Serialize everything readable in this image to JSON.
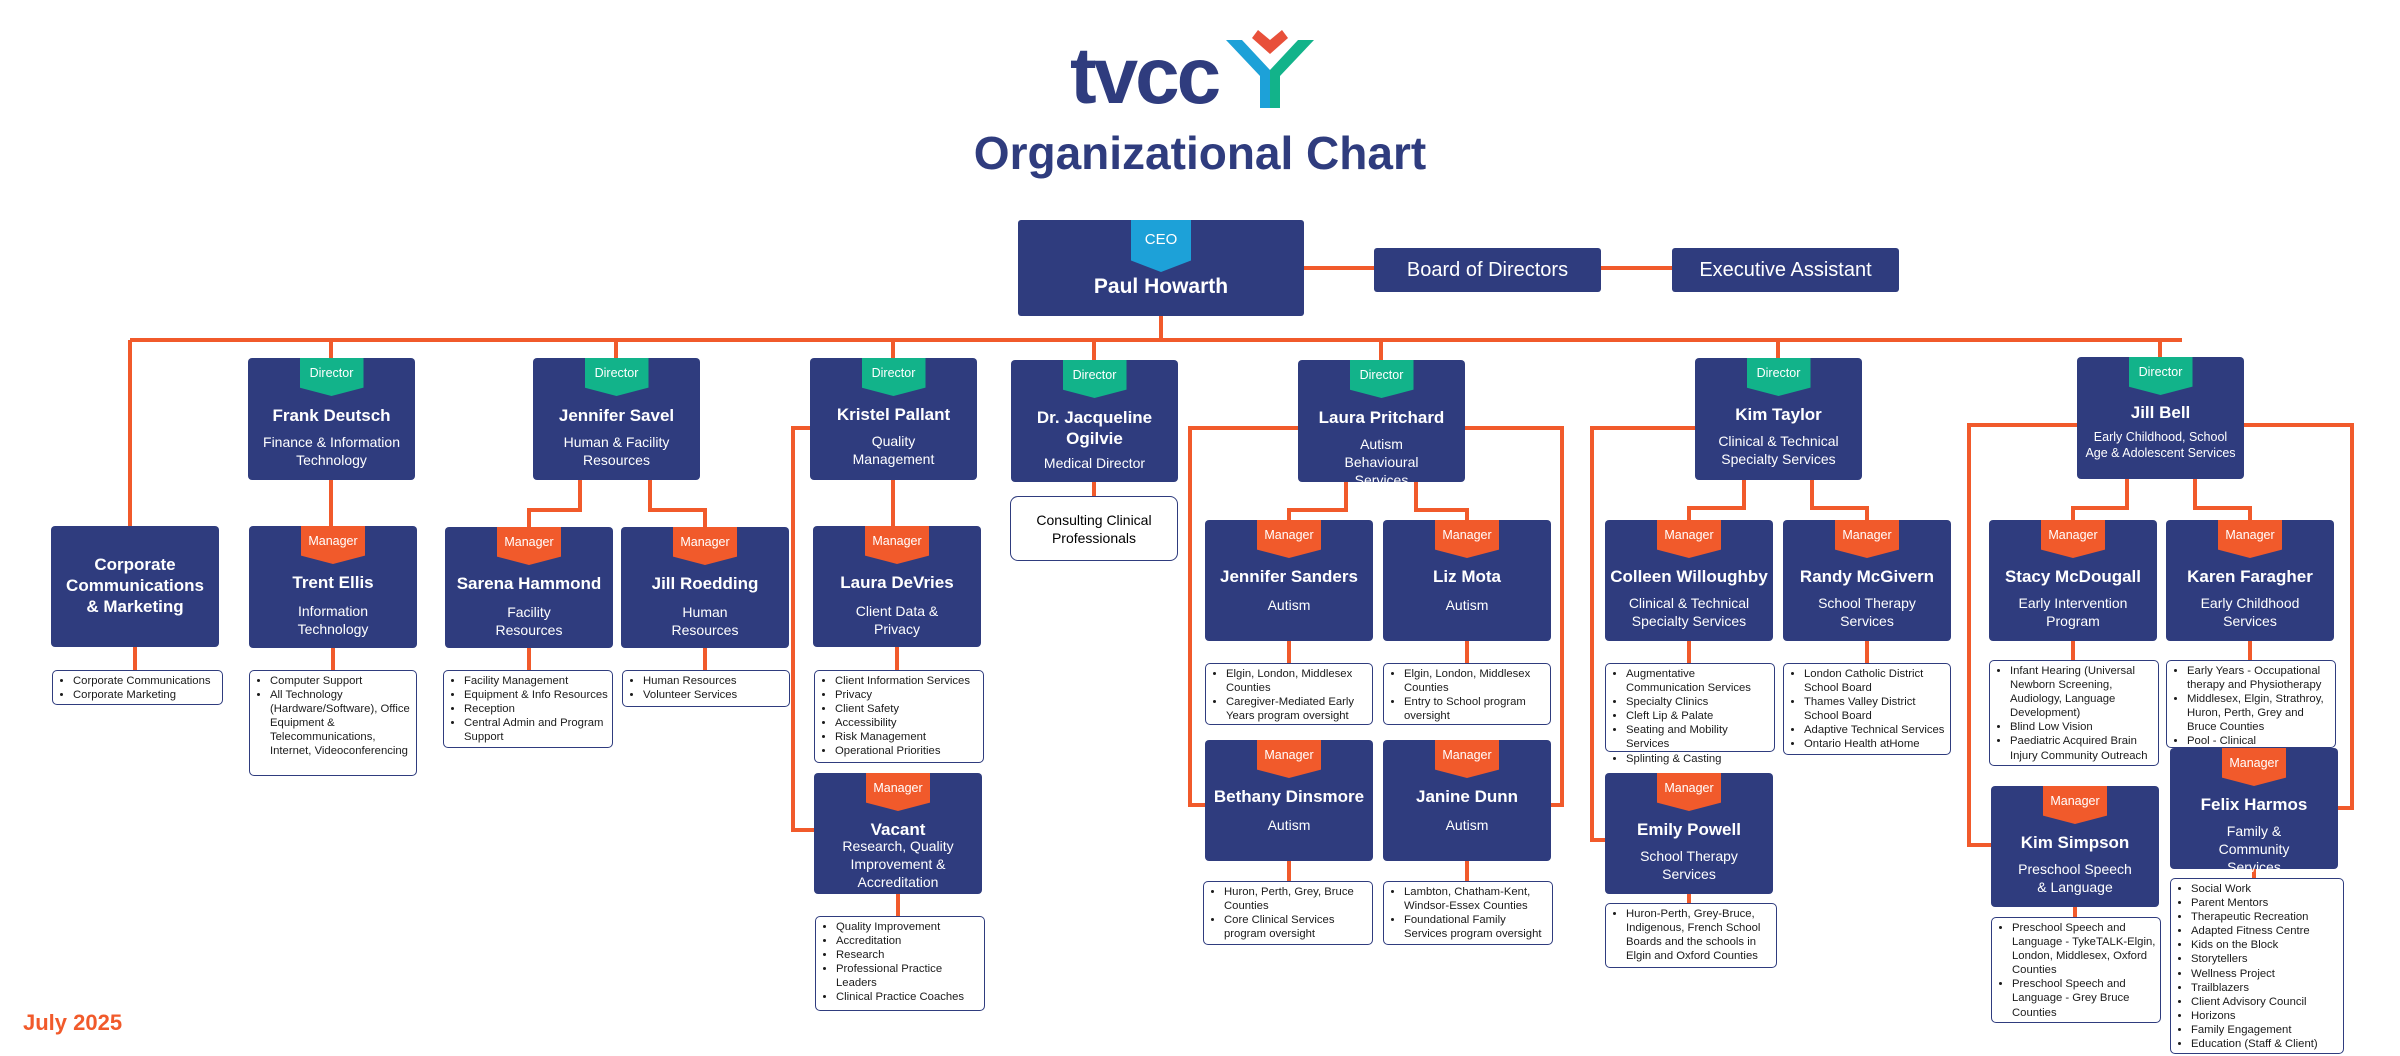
{
  "brand": {
    "logo_text": "tvcc",
    "colors": {
      "navy": "#2f3c7e",
      "orange": "#f15a2b",
      "green": "#12b38a",
      "blue": "#1da1d8",
      "red": "#e8503a"
    }
  },
  "title": "Organizational Chart",
  "date": "July 2025",
  "ceo": {
    "tag": "CEO",
    "name": "Paul Howarth"
  },
  "board": "Board of Directors",
  "assistant": "Executive Assistant",
  "corp": {
    "name": "Corporate Communications & Marketing",
    "items": [
      "Corporate Communications",
      "Corporate Marketing"
    ]
  },
  "directors": [
    {
      "tag": "Director",
      "name": "Frank Deutsch",
      "title": "Finance & Information Technology"
    },
    {
      "tag": "Director",
      "name": "Jennifer Savel",
      "title": "Human & Facility Resources"
    },
    {
      "tag": "Director",
      "name": "Kristel Pallant",
      "title": "Quality Management"
    },
    {
      "tag": "Director",
      "name": "Dr. Jacqueline Ogilvie",
      "title": "Medical Director"
    },
    {
      "tag": "Director",
      "name": "Laura Pritchard",
      "title": "Autism Behavioural Services"
    },
    {
      "tag": "Director",
      "name": "Kim Taylor",
      "title": "Clinical & Technical Specialty Services"
    },
    {
      "tag": "Director",
      "name": "Jill Bell",
      "title": "Early Childhood, School Age & Adolescent Services"
    }
  ],
  "consulting": "Consulting Clinical Professionals",
  "managers": [
    {
      "tag": "Manager",
      "name": "Trent Ellis",
      "title": "Information Technology",
      "items": [
        "Computer Support",
        "All Technology (Hardware/Software), Office Equipment & Telecommunications, Internet, Videoconferencing"
      ]
    },
    {
      "tag": "Manager",
      "name": "Sarena Hammond",
      "title": "Facility Resources",
      "items": [
        "Facility Management",
        "Equipment & Info Resources",
        "Reception",
        "Central Admin and Program Support"
      ]
    },
    {
      "tag": "Manager",
      "name": "Jill Roedding",
      "title": "Human Resources",
      "items": [
        "Human Resources",
        "Volunteer Services"
      ]
    },
    {
      "tag": "Manager",
      "name": "Laura DeVries",
      "title": "Client Data & Privacy",
      "items": [
        "Client Information Services",
        "Privacy",
        "Client Safety",
        "Accessibility",
        "Risk Management",
        "Operational Priorities"
      ]
    },
    {
      "tag": "Manager",
      "name": "Vacant",
      "title": "Research, Quality Improvement & Accreditation",
      "items": [
        "Quality Improvement",
        "Accreditation",
        "Research",
        "Professional Practice Leaders",
        "Clinical Practice Coaches"
      ]
    },
    {
      "tag": "Manager",
      "name": "Jennifer Sanders",
      "title": "Autism",
      "items": [
        "Elgin, London, Middlesex Counties",
        "Caregiver-Mediated Early Years program oversight"
      ]
    },
    {
      "tag": "Manager",
      "name": "Liz Mota",
      "title": "Autism",
      "items": [
        "Elgin, London, Middlesex Counties",
        "Entry to School program oversight"
      ]
    },
    {
      "tag": "Manager",
      "name": "Bethany Dinsmore",
      "title": "Autism",
      "items": [
        "Huron, Perth, Grey, Bruce Counties",
        "Core Clinical Services program oversight"
      ]
    },
    {
      "tag": "Manager",
      "name": "Janine Dunn",
      "title": "Autism",
      "items": [
        "Lambton, Chatham-Kent, Windsor-Essex Counties",
        "Foundational Family Services program oversight"
      ]
    },
    {
      "tag": "Manager",
      "name": "Colleen Willoughby",
      "title": "Clinical & Technical Specialty Services",
      "items": [
        "Augmentative Communication Services",
        "Specialty Clinics",
        "Cleft Lip & Palate",
        "Seating and Mobility Services",
        "Splinting & Casting"
      ]
    },
    {
      "tag": "Manager",
      "name": "Randy McGivern",
      "title": "School Therapy Services",
      "items": [
        "London Catholic District School Board",
        "Thames Valley District School Board",
        "Adaptive Technical Services",
        "Ontario Health atHome"
      ]
    },
    {
      "tag": "Manager",
      "name": "Emily Powell",
      "title": "School Therapy Services",
      "items": [
        "Huron-Perth, Grey-Bruce, Indigenous, French School Boards and the schools in Elgin and Oxford Counties"
      ]
    },
    {
      "tag": "Manager",
      "name": "Stacy McDougall",
      "title": "Early Intervention Program",
      "items": [
        "Infant Hearing (Universal Newborn Screening, Audiology, Language Development)",
        "Blind Low Vision",
        "Paediatric Acquired Brain Injury Community Outreach"
      ]
    },
    {
      "tag": "Manager",
      "name": "Karen Faragher",
      "title": "Early Childhood Services",
      "items": [
        "Early Years - Occupational therapy and Physiotherapy",
        "Middlesex, Elgin, Strathroy, Huron, Perth, Grey and Bruce Counties",
        "Pool - Clinical"
      ]
    },
    {
      "tag": "Manager",
      "name": "Kim Simpson",
      "title": "Preschool Speech & Language",
      "items": [
        "Preschool Speech and Language - TykeTALK-Elgin, London, Middlesex, Oxford Counties",
        "Preschool Speech and Language - Grey Bruce Counties"
      ]
    },
    {
      "tag": "Manager",
      "name": "Felix Harmos",
      "title": "Family & Community Services",
      "items": [
        "Social Work",
        "Parent Mentors",
        "Therapeutic Recreation",
        "Adapted Fitness Centre",
        "Kids on the Block",
        "Storytellers",
        "Wellness Project",
        "Trailblazers",
        "Client Advisory Council",
        "Horizons",
        "Family Engagement",
        "Education (Staff & Client)"
      ]
    }
  ]
}
